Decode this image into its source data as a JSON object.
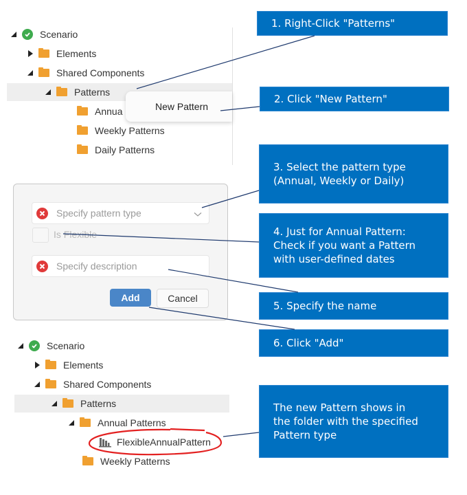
{
  "tree_before": {
    "items": [
      {
        "label": "Scenario",
        "icon": "check-circle-icon",
        "toggle": "expanded"
      },
      {
        "label": "Elements",
        "icon": "folder-icon",
        "toggle": "collapsed"
      },
      {
        "label": "Shared Components",
        "icon": "folder-icon",
        "toggle": "expanded"
      },
      {
        "label": "Patterns",
        "icon": "folder-icon",
        "toggle": "expanded",
        "selected": true
      },
      {
        "label": "Annual Patterns",
        "icon": "folder-icon",
        "visible_text": "Annua"
      },
      {
        "label": "Weekly Patterns",
        "icon": "folder-icon"
      },
      {
        "label": "Daily Patterns",
        "icon": "folder-icon"
      }
    ]
  },
  "context_menu": {
    "items": [
      {
        "label": "New Pattern"
      }
    ]
  },
  "dialog": {
    "pattern_type": {
      "placeholder": "Specify pattern type",
      "icon": "error-icon"
    },
    "is_flexible": {
      "label": "Is Flexible",
      "checked": false
    },
    "description": {
      "placeholder": "Specify description",
      "icon": "error-icon"
    },
    "add_label": "Add",
    "cancel_label": "Cancel"
  },
  "tree_after": {
    "items": [
      {
        "label": "Scenario",
        "icon": "check-circle-icon",
        "toggle": "expanded"
      },
      {
        "label": "Elements",
        "icon": "folder-icon",
        "toggle": "collapsed"
      },
      {
        "label": "Shared Components",
        "icon": "folder-icon",
        "toggle": "expanded"
      },
      {
        "label": "Patterns",
        "icon": "folder-icon",
        "toggle": "expanded",
        "selected": true
      },
      {
        "label": "Annual Patterns",
        "icon": "folder-icon",
        "toggle": "expanded"
      },
      {
        "label": "FlexibleAnnualPattern",
        "icon": "bar-chart-icon",
        "highlighted": true
      },
      {
        "label": "Weekly Patterns",
        "icon": "folder-icon"
      }
    ]
  },
  "callouts": [
    {
      "text": "1. Right-Click \"Patterns\""
    },
    {
      "text": "2. Click \"New Pattern\""
    },
    {
      "text": "3. Select the pattern type\n(Annual, Weekly or Daily)"
    },
    {
      "text": "4. Just for Annual Pattern:\nCheck if you want a Pattern\nwith user-defined dates"
    },
    {
      "text": "5. Specify the name"
    },
    {
      "text": "6. Click \"Add\""
    },
    {
      "text": "The new Pattern shows in\nthe folder with the specified\nPattern type"
    }
  ],
  "colors": {
    "callout_bg": "#0070c0",
    "folder": "#f0a030",
    "check": "#3eab4e",
    "error": "#e03a3a",
    "add_button": "#4a86c8",
    "highlight_ellipse": "#e32020",
    "connector": "#1f3a6e"
  }
}
